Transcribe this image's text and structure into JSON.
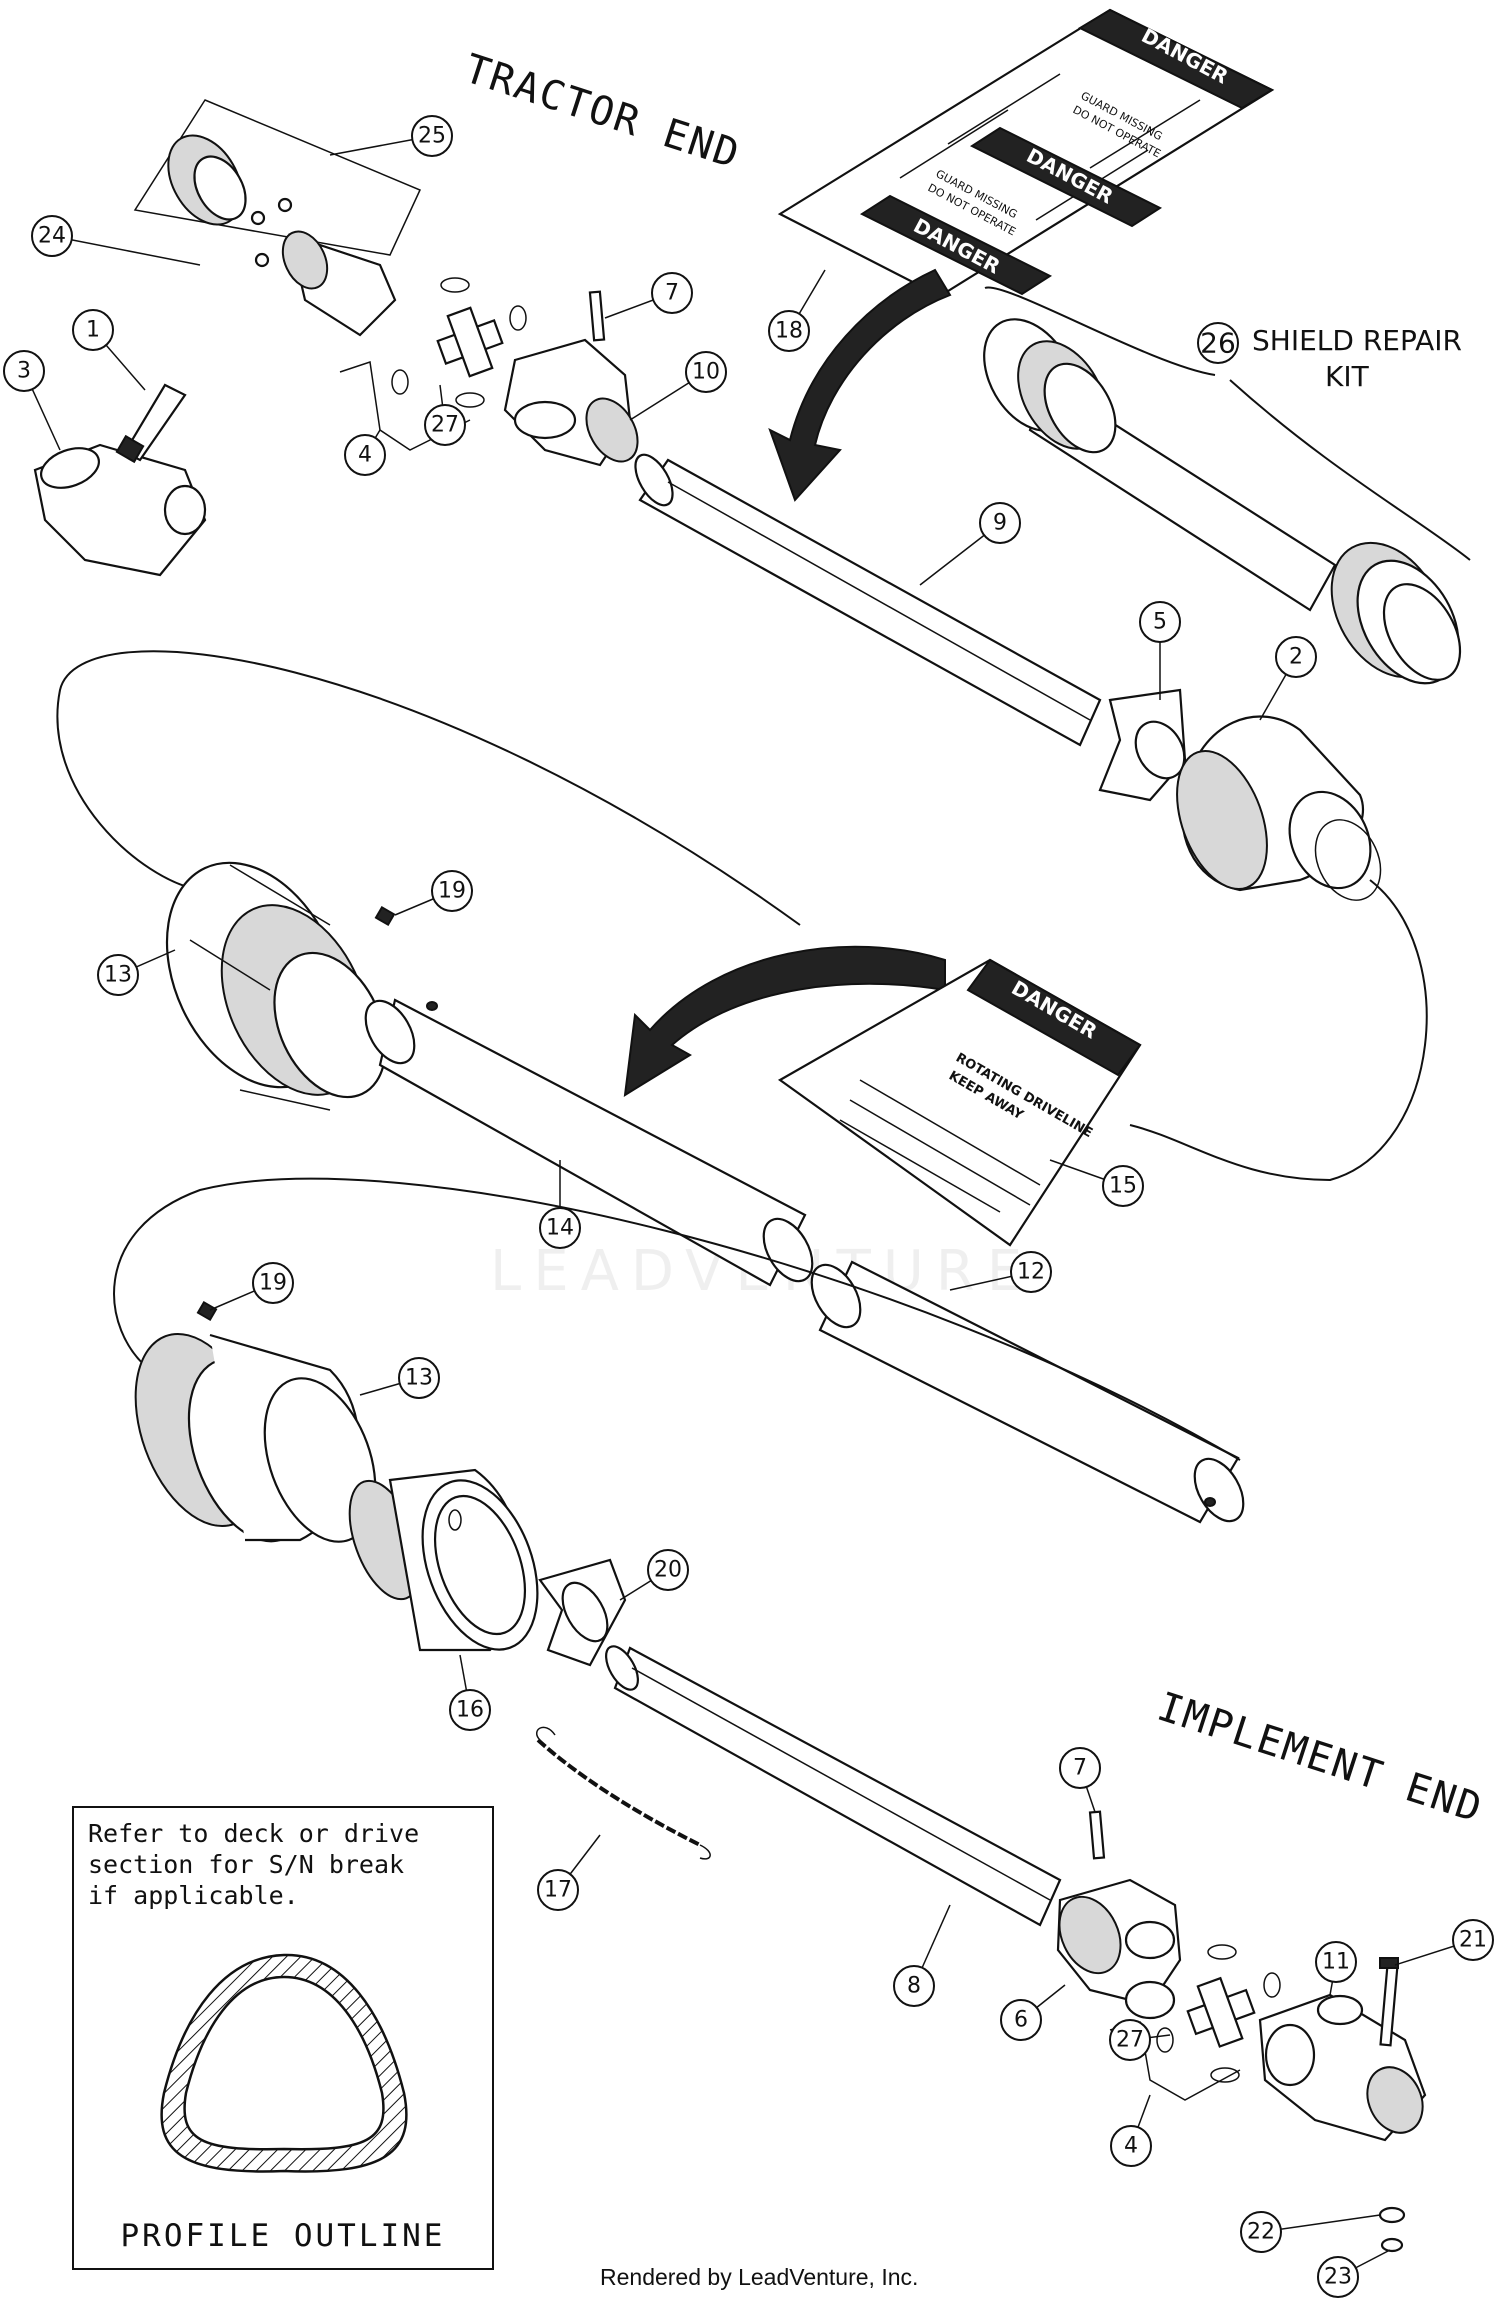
{
  "labels": {
    "tractor_end": "TRACTOR END",
    "implement_end": "IMPLEMENT END",
    "shield_repair_kit_number": "26",
    "shield_repair_kit_line1": "SHIELD REPAIR",
    "shield_repair_kit_line2": "KIT"
  },
  "decals": {
    "danger": "DANGER",
    "guard_missing_1": "GUARD MISSING",
    "guard_missing_2": "DO NOT OPERATE",
    "rotating_driveline_1": "ROTATING DRIVELINE",
    "rotating_driveline_2": "KEEP AWAY"
  },
  "watermark": "LEADVENTURE",
  "note": {
    "text": "Refer to deck or drive\nsection for S/N break\nif applicable.",
    "caption": "PROFILE OUTLINE"
  },
  "footer": "Rendered by LeadVenture, Inc.",
  "callouts": [
    "1",
    "2",
    "3",
    "4",
    "5",
    "7",
    "9",
    "10",
    "13",
    "14",
    "15",
    "18",
    "19",
    "24",
    "25",
    "27",
    "12",
    "13",
    "19",
    "16",
    "17",
    "20",
    "7",
    "8",
    "6",
    "27",
    "4",
    "11",
    "21",
    "22",
    "23"
  ]
}
